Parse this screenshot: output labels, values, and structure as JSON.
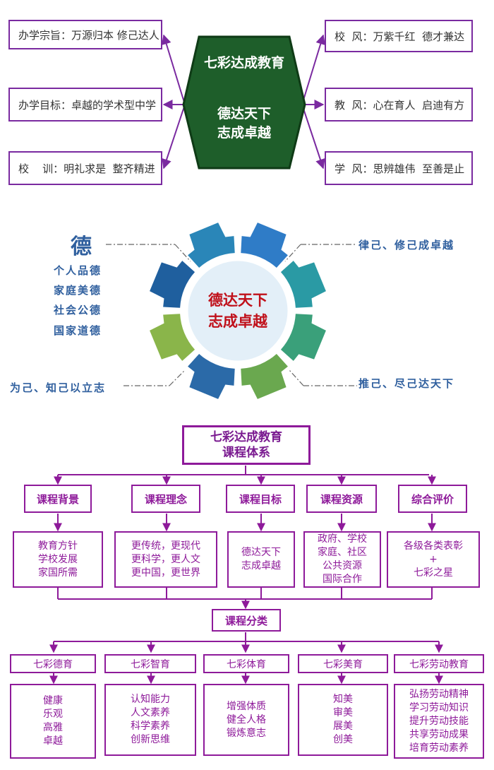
{
  "philosophy": {
    "left": [
      "办学宗旨：万源归本  修己达人",
      "办学目标：卓越的学术型中学",
      "校    训：明礼求是  整齐精进"
    ],
    "right": [
      "校  风：万紫千红  德才兼达",
      "教  风：心在育人  启迪有方",
      "学  风：思辨雄伟  至善是止"
    ],
    "center_line1": "七彩达成教育",
    "center_line2": "德达天下",
    "center_line3": "志成卓越",
    "colors": {
      "box_border": "#7a2aa0",
      "hexagon": "#1e5e2a"
    }
  },
  "gear": {
    "de_title": "德",
    "de_items": [
      "个人品德",
      "家庭美德",
      "社会公德",
      "国家道德"
    ],
    "top_right": "律己、修己成卓越",
    "bottom_left": "为己、知己以立志",
    "bottom_right": "推己、尽己达天下",
    "center_line1": "德达天下",
    "center_line2": "志成卓越"
  },
  "curriculum": {
    "title_line1": "七彩达成教育",
    "title_line2": "课程体系",
    "columns": [
      {
        "header": "课程背景",
        "items": [
          "教育方针",
          "学校发展",
          "家国所需"
        ]
      },
      {
        "header": "课程理念",
        "items": [
          "更传统，更现代",
          "更科学，更人文",
          "更中国，更世界"
        ]
      },
      {
        "header": "课程目标",
        "items": [
          "德达天下",
          "志成卓越"
        ]
      },
      {
        "header": "课程资源",
        "items": [
          "政府、学校",
          "家庭、社区",
          "公共资源",
          "国际合作"
        ]
      },
      {
        "header": "综合评价",
        "items": [
          "各级各类表彰",
          "+",
          "七彩之星"
        ]
      }
    ],
    "category": "课程分类",
    "subjects": [
      {
        "name": "七彩德育",
        "items": [
          "健康",
          "乐观",
          "高雅",
          "卓越"
        ]
      },
      {
        "name": "七彩智育",
        "items": [
          "认知能力",
          "人文素养",
          "科学素养",
          "创新思维"
        ]
      },
      {
        "name": "七彩体育",
        "items": [
          "增强体质",
          "健全人格",
          "锻炼意志"
        ]
      },
      {
        "name": "七彩美育",
        "items": [
          "知美",
          "审美",
          "展美",
          "创美"
        ]
      },
      {
        "name": "七彩劳动教育",
        "items": [
          "弘扬劳动精神",
          "学习劳动知识",
          "提升劳动技能",
          "共享劳动成果",
          "培育劳动素养"
        ]
      }
    ]
  }
}
